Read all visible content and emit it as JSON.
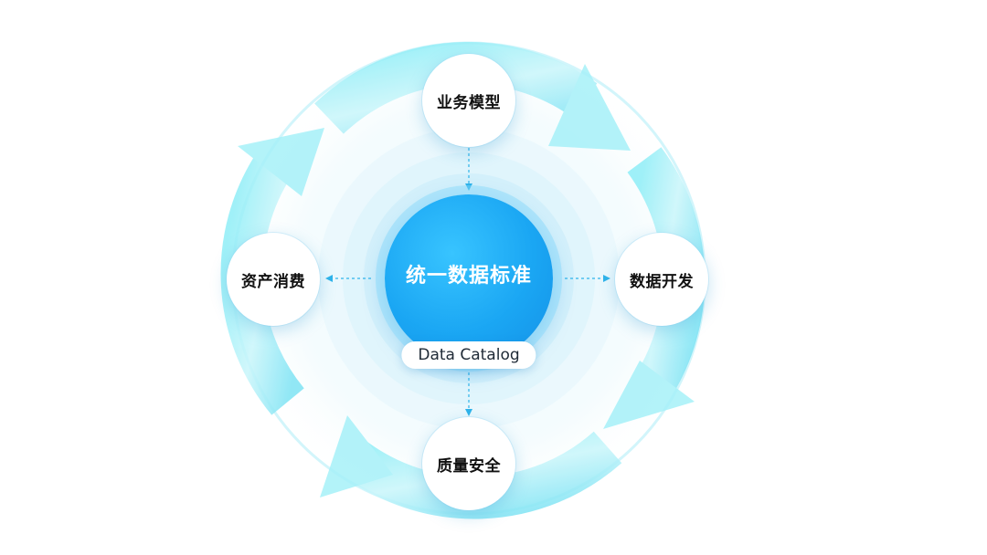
{
  "center": {
    "title": "统一数据标准",
    "subtitle": "Data Catalog"
  },
  "nodes": {
    "top": "业务模型",
    "right": "数据开发",
    "bottom": "质量安全",
    "left": "资产消费"
  },
  "colors": {
    "center_fill": "#1aa6f3",
    "ring": "#7fe6f5",
    "arrow": "#2fb3ea",
    "node_text": "#111111"
  }
}
